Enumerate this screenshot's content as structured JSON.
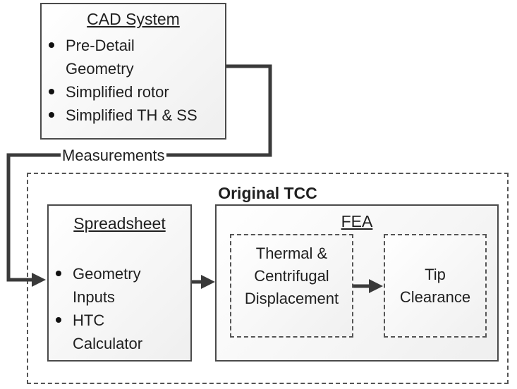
{
  "cad_system": {
    "title": "CAD System",
    "items": [
      "Pre-Detail Geometry",
      "Simplified rotor",
      "Simplified TH & SS"
    ]
  },
  "measurements_label": "Measurements",
  "original_tcc": {
    "title": "Original TCC",
    "spreadsheet": {
      "title": "Spreadsheet",
      "items": [
        "Geometry Inputs",
        "HTC Calculator"
      ]
    },
    "fea": {
      "title": "FEA",
      "thermal": "Thermal & Centrifugal Displacement",
      "tip": "Tip Clearance"
    }
  }
}
